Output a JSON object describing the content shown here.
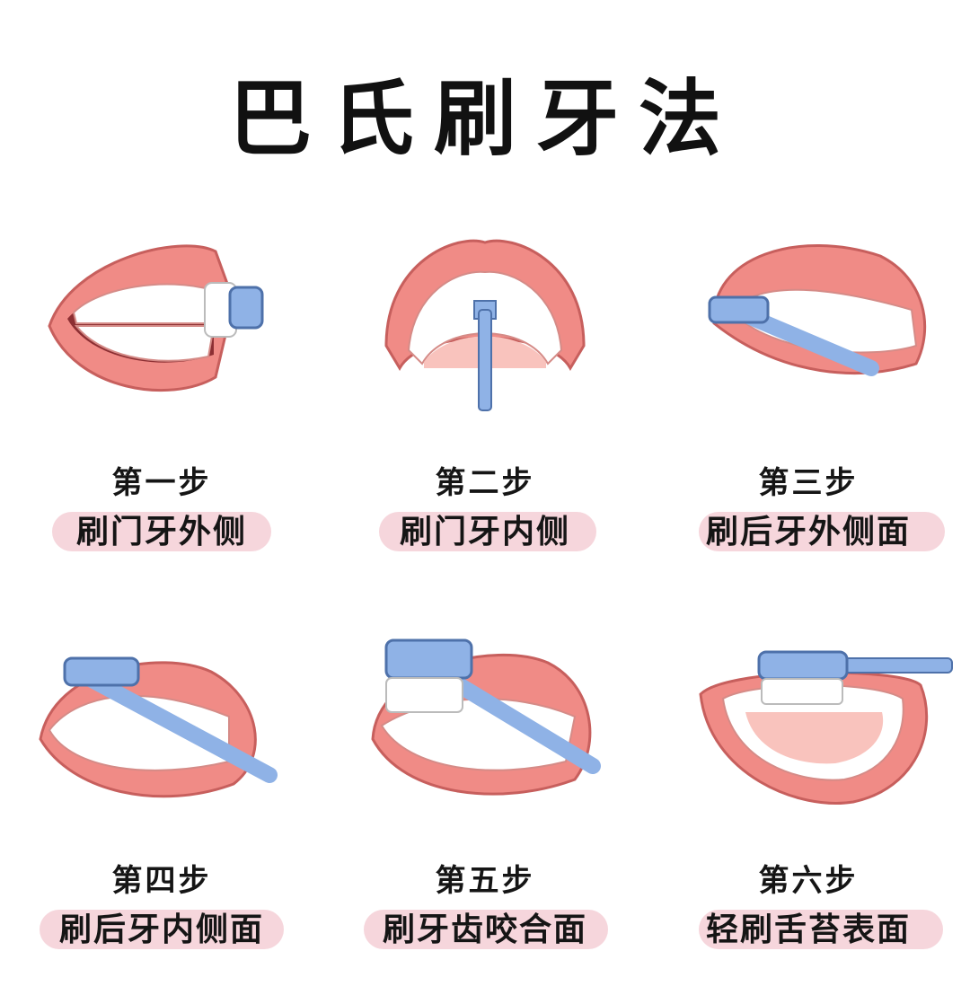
{
  "title": "巴氏刷牙法",
  "steps": [
    {
      "step": "第一步",
      "caption": "刷门牙外侧"
    },
    {
      "step": "第二步",
      "caption": "刷门牙内侧"
    },
    {
      "step": "第三步",
      "caption": "刷后牙外侧面"
    },
    {
      "step": "第四步",
      "caption": "刷后牙内侧面"
    },
    {
      "step": "第五步",
      "caption": "刷牙齿咬合面"
    },
    {
      "step": "第六步",
      "caption": "轻刷舌苔表面"
    }
  ],
  "colors": {
    "lip": "#f08b86",
    "gum": "#f9c3bd",
    "tooth": "#ffffff",
    "brush": "#8fb2e6",
    "pill": "#f6d6dc"
  }
}
